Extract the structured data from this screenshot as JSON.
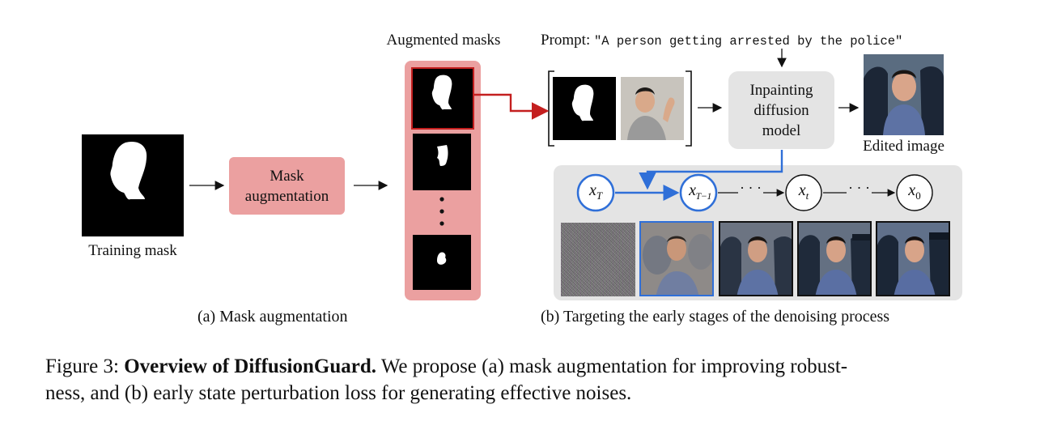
{
  "figure": {
    "augmented_masks_label": "Augmented masks",
    "prompt_prefix": "Prompt: ",
    "prompt_text": "\"A person getting arrested by the police\"",
    "training_mask_label": "Training mask",
    "mask_aug_line1": "Mask",
    "mask_aug_line2": "augmentation",
    "inpaint_line1": "Inpainting",
    "inpaint_line2": "diffusion",
    "inpaint_line3": "model",
    "edited_image_label": "Edited image",
    "states": {
      "xT": "x",
      "xT_sub": "T",
      "xT1": "x",
      "xT1_sub": "T−1",
      "xt": "x",
      "xt_sub": "t",
      "x0": "x",
      "x0_sub": "0",
      "dots": "· · ·"
    },
    "sub_a": "(a) Mask augmentation",
    "sub_b": "(b) Targeting the early stages of the denoising process",
    "colors": {
      "pink": "#eba0a0",
      "blue": "#2f6fd8",
      "red": "#c41f1f",
      "gray_panel": "#e4e4e4"
    }
  },
  "caption": {
    "prefix": "Figure 3: ",
    "title": "Overview of DiffusionGuard.",
    "body_line1": " We propose (a) mask augmentation for improving robust-",
    "body_line2": "ness, and (b) early state perturbation loss for generating effective noises."
  }
}
